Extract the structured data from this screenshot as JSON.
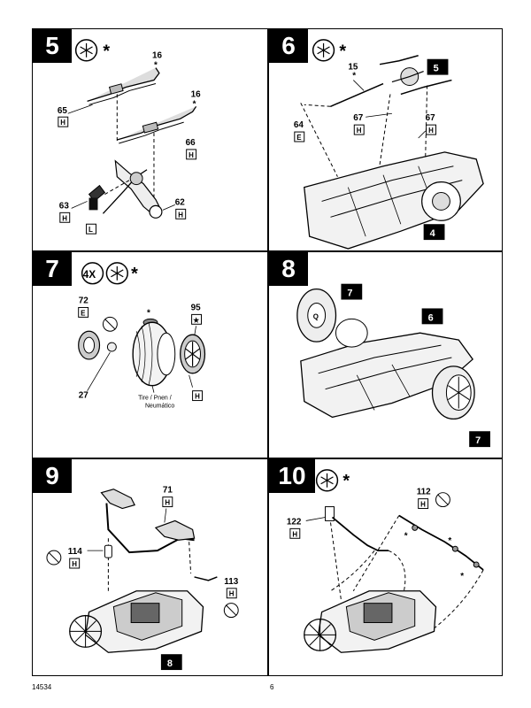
{
  "steps": {
    "s5": {
      "num": "5",
      "star": "*",
      "parts": {
        "a": "16",
        "b": "16",
        "c": "65",
        "c_code": "H",
        "d": "66",
        "d_code": "H",
        "e": "63",
        "e_code": "H",
        "f": "L",
        "g": "62",
        "g_code": "H"
      }
    },
    "s6": {
      "num": "6",
      "star": "*",
      "parts": {
        "a": "15",
        "b": "64",
        "b_code": "E",
        "c": "67",
        "c_code": "H",
        "d": "67",
        "d_code": "H"
      },
      "ref_top": "5",
      "ref_bottom": "4"
    },
    "s7": {
      "num": "7",
      "multiplier": "4X",
      "star": "*",
      "parts": {
        "a": "72",
        "a_code": "E",
        "b": "95",
        "b_code": "★",
        "c": "27",
        "d_code": "H"
      },
      "tire_label_1": "Tire / Pnen /",
      "tire_label_2": "Neumático"
    },
    "s8": {
      "num": "8",
      "ref_a": "7",
      "ref_b": "6",
      "ref_c": "7"
    },
    "s9": {
      "num": "9",
      "parts": {
        "a": "71",
        "a_code": "H",
        "b": "114",
        "b_code": "H",
        "c": "113",
        "c_code": "H"
      },
      "ref": "8"
    },
    "s10": {
      "num": "10",
      "star": "*",
      "parts": {
        "a": "112",
        "a_code": "H",
        "b": "122",
        "b_code": "H"
      }
    }
  },
  "footer": {
    "left": "14534",
    "center": "6"
  }
}
